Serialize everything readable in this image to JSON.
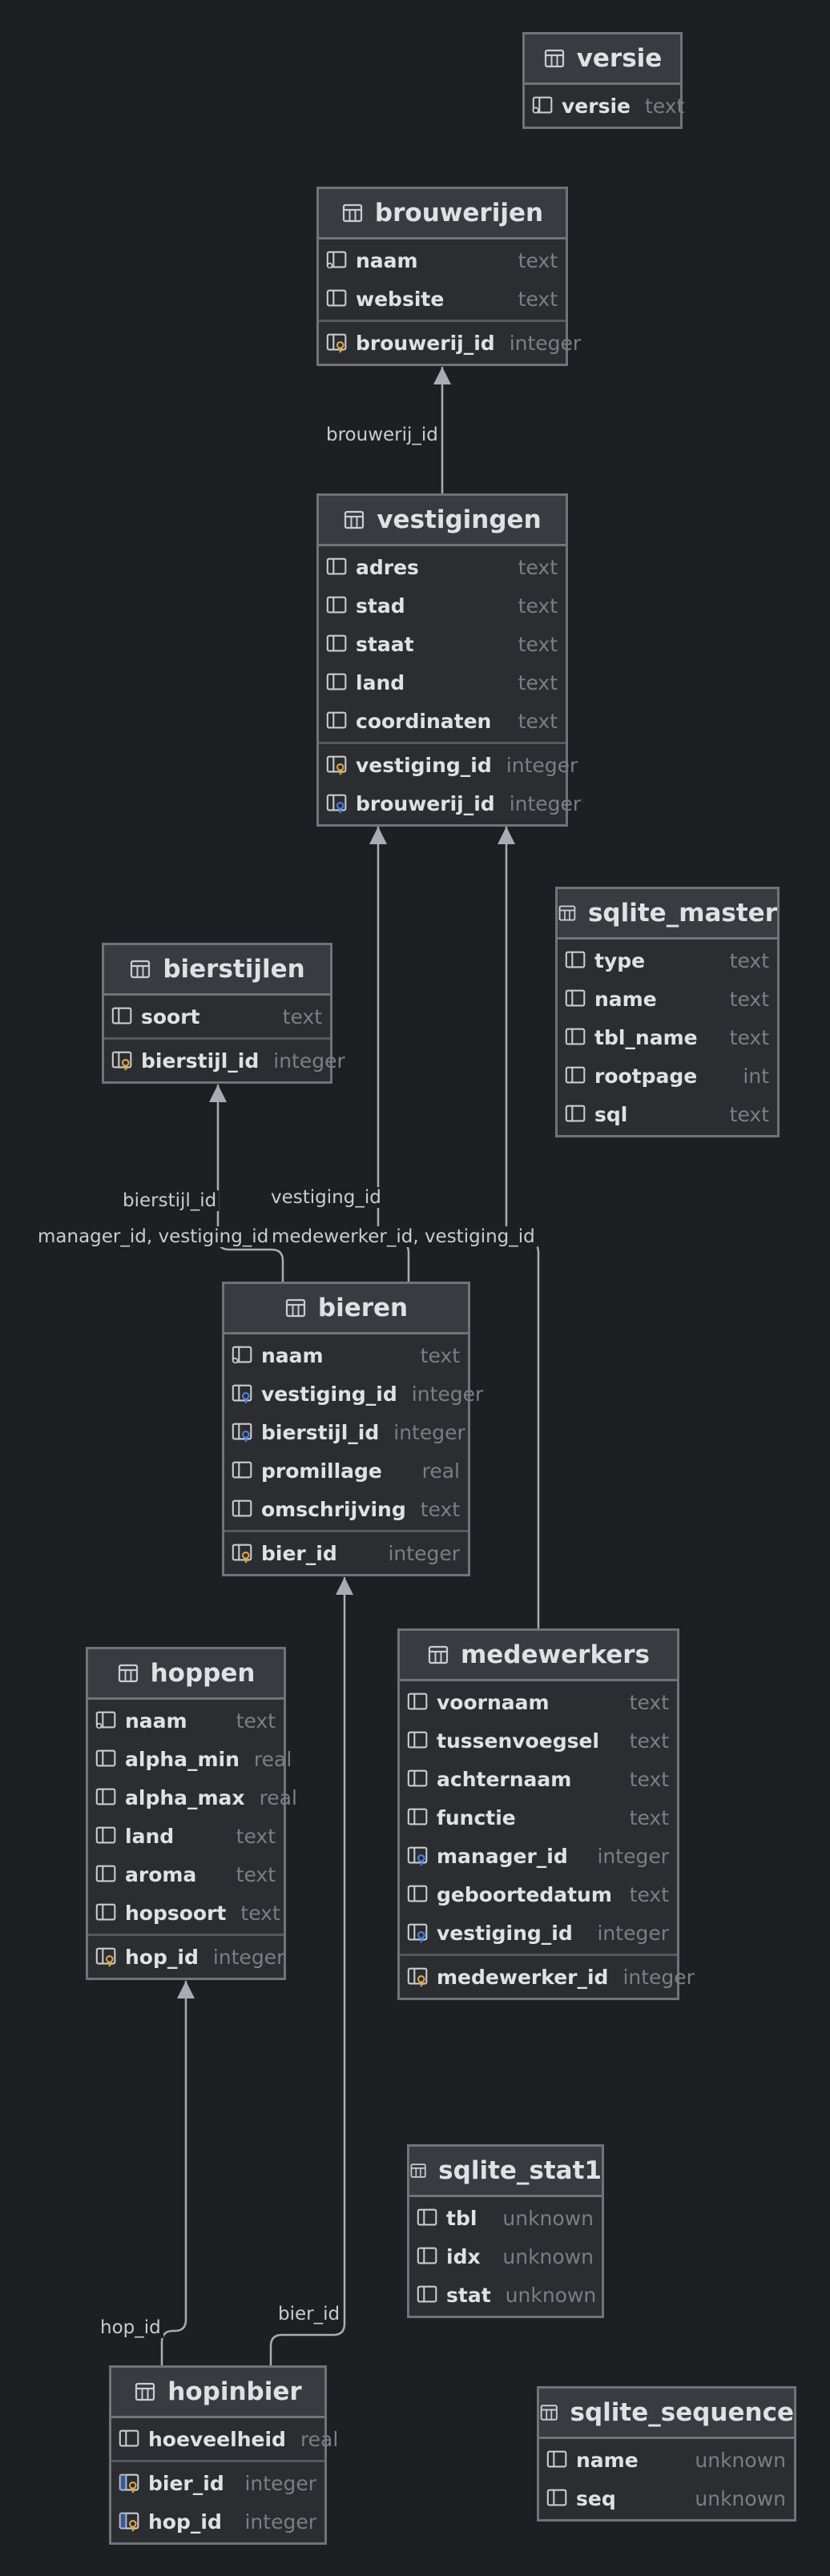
{
  "colors": {
    "background": "#1e1f22",
    "table_fill": "#2b2d30",
    "header_fill": "#393b40",
    "border": "#6f737a",
    "edge": "#a9acb2",
    "type_text": "#7a7e85",
    "key_gold": "#d9a84a",
    "key_blue": "#4f7fd8"
  },
  "tables": [
    {
      "id": "versie",
      "name": "versie",
      "columns": [
        {
          "name": "versie",
          "type": "text",
          "icon": "key-column-icon"
        }
      ],
      "key_columns": []
    },
    {
      "id": "brouwerijen",
      "name": "brouwerijen",
      "columns": [
        {
          "name": "naam",
          "type": "text",
          "icon": "index-column-icon"
        },
        {
          "name": "website",
          "type": "text",
          "icon": "column-icon"
        }
      ],
      "key_columns": [
        {
          "name": "brouwerij_id",
          "type": "integer",
          "icon": "primary-key-icon"
        }
      ]
    },
    {
      "id": "vestigingen",
      "name": "vestigingen",
      "columns": [
        {
          "name": "adres",
          "type": "text",
          "icon": "column-icon"
        },
        {
          "name": "stad",
          "type": "text",
          "icon": "column-icon"
        },
        {
          "name": "staat",
          "type": "text",
          "icon": "column-icon"
        },
        {
          "name": "land",
          "type": "text",
          "icon": "column-icon"
        },
        {
          "name": "coordinaten",
          "type": "text",
          "icon": "column-icon"
        }
      ],
      "key_columns": [
        {
          "name": "vestiging_id",
          "type": "integer",
          "icon": "primary-key-icon"
        },
        {
          "name": "brouwerij_id",
          "type": "integer",
          "icon": "foreign-key-icon"
        }
      ]
    },
    {
      "id": "sqlite_master",
      "name": "sqlite_master",
      "columns": [
        {
          "name": "type",
          "type": "text",
          "icon": "column-icon"
        },
        {
          "name": "name",
          "type": "text",
          "icon": "column-icon"
        },
        {
          "name": "tbl_name",
          "type": "text",
          "icon": "column-icon"
        },
        {
          "name": "rootpage",
          "type": "int",
          "icon": "column-icon"
        },
        {
          "name": "sql",
          "type": "text",
          "icon": "column-icon"
        }
      ],
      "key_columns": []
    },
    {
      "id": "bierstijlen",
      "name": "bierstijlen",
      "columns": [
        {
          "name": "soort",
          "type": "text",
          "icon": "column-icon"
        }
      ],
      "key_columns": [
        {
          "name": "bierstijl_id",
          "type": "integer",
          "icon": "primary-key-icon"
        }
      ]
    },
    {
      "id": "bieren",
      "name": "bieren",
      "columns": [
        {
          "name": "naam",
          "type": "text",
          "icon": "index-column-icon"
        },
        {
          "name": "vestiging_id",
          "type": "integer",
          "icon": "foreign-key-icon"
        },
        {
          "name": "bierstijl_id",
          "type": "integer",
          "icon": "foreign-key-icon"
        },
        {
          "name": "promillage",
          "type": "real",
          "icon": "column-icon"
        },
        {
          "name": "omschrijving",
          "type": "text",
          "icon": "column-icon"
        }
      ],
      "key_columns": [
        {
          "name": "bier_id",
          "type": "integer",
          "icon": "primary-key-icon"
        }
      ]
    },
    {
      "id": "hoppen",
      "name": "hoppen",
      "columns": [
        {
          "name": "naam",
          "type": "text",
          "icon": "index-column-icon"
        },
        {
          "name": "alpha_min",
          "type": "real",
          "icon": "column-icon"
        },
        {
          "name": "alpha_max",
          "type": "real",
          "icon": "column-icon"
        },
        {
          "name": "land",
          "type": "text",
          "icon": "column-icon"
        },
        {
          "name": "aroma",
          "type": "text",
          "icon": "column-icon"
        },
        {
          "name": "hopsoort",
          "type": "text",
          "icon": "column-icon"
        }
      ],
      "key_columns": [
        {
          "name": "hop_id",
          "type": "integer",
          "icon": "primary-key-icon"
        }
      ]
    },
    {
      "id": "medewerkers",
      "name": "medewerkers",
      "columns": [
        {
          "name": "voornaam",
          "type": "text",
          "icon": "column-icon"
        },
        {
          "name": "tussenvoegsel",
          "type": "text",
          "icon": "column-icon"
        },
        {
          "name": "achternaam",
          "type": "text",
          "icon": "column-icon"
        },
        {
          "name": "functie",
          "type": "text",
          "icon": "column-icon"
        },
        {
          "name": "manager_id",
          "type": "integer",
          "icon": "foreign-key-icon"
        },
        {
          "name": "geboortedatum",
          "type": "text",
          "icon": "column-icon"
        },
        {
          "name": "vestiging_id",
          "type": "integer",
          "icon": "foreign-key-icon"
        }
      ],
      "key_columns": [
        {
          "name": "medewerker_id",
          "type": "integer",
          "icon": "primary-key-icon"
        }
      ]
    },
    {
      "id": "sqlite_stat1",
      "name": "sqlite_stat1",
      "columns": [
        {
          "name": "tbl",
          "type": "unknown",
          "icon": "column-icon"
        },
        {
          "name": "idx",
          "type": "unknown",
          "icon": "column-icon"
        },
        {
          "name": "stat",
          "type": "unknown",
          "icon": "column-icon"
        }
      ],
      "key_columns": []
    },
    {
      "id": "hopinbier",
      "name": "hopinbier",
      "columns": [
        {
          "name": "hoeveelheid",
          "type": "real",
          "icon": "column-icon"
        }
      ],
      "key_columns": [
        {
          "name": "bier_id",
          "type": "integer",
          "icon": "foreign-primary-key-icon"
        },
        {
          "name": "hop_id",
          "type": "integer",
          "icon": "foreign-primary-key-icon"
        }
      ]
    },
    {
      "id": "sqlite_sequence",
      "name": "sqlite_sequence",
      "columns": [
        {
          "name": "name",
          "type": "unknown",
          "icon": "column-icon"
        },
        {
          "name": "seq",
          "type": "unknown",
          "icon": "column-icon"
        }
      ],
      "key_columns": []
    }
  ],
  "relations": [
    {
      "from": "vestigingen",
      "to": "brouwerijen",
      "label": "brouwerij_id"
    },
    {
      "from": "bieren",
      "to": "bierstijlen",
      "label": "bierstijl_id"
    },
    {
      "from": "bieren",
      "to": "vestigingen",
      "label": "vestiging_id"
    },
    {
      "from": "medewerkers",
      "to": "vestigingen",
      "label": "manager_id, vestiging_id"
    },
    {
      "from": "medewerkers",
      "to": "vestigingen",
      "label": "medewerker_id, vestiging_id"
    },
    {
      "from": "hopinbier",
      "to": "hoppen",
      "label": "hop_id"
    },
    {
      "from": "hopinbier",
      "to": "bieren",
      "label": "bier_id"
    }
  ]
}
